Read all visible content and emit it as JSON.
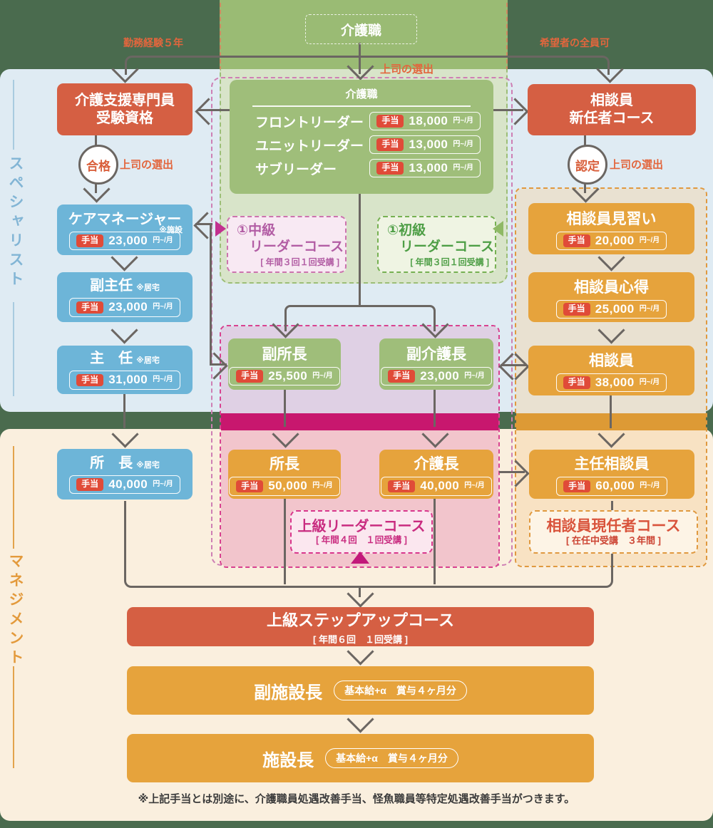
{
  "palette": {
    "background_green": "#4A6B4E",
    "panel_blue": "#DFEBF3",
    "panel_cream": "#FAEFDE",
    "box_red": "#D55F43",
    "box_blue": "#6DB5D8",
    "box_green": "#9FBE7A",
    "box_orange": "#E6A33C",
    "allowance_badge_red": "#E04B38",
    "magenta_band": "#C8176E",
    "orange_band": "#DD9A35",
    "line_gray": "#6B6662",
    "accent_orange_text": "#E2663D"
  },
  "labels": {
    "specialist": "スペシャリスト",
    "management": "マネジメント",
    "experience": "勤務経験５年",
    "all_applicants": "希望者の全員可",
    "boss_select": "上司の選出",
    "pass": "合格",
    "certify": "認定",
    "allowance": "手当",
    "per_month": "円~/月",
    "footnote": "※上記手当とは別途に、介護職員処遇改善手当、怪魚職員等特定処遇改善手当がつきます。"
  },
  "top_box": {
    "title": "介護職"
  },
  "leaders": {
    "header": "介護職",
    "rows": [
      {
        "name": "フロントリーダー",
        "amount": "18,000"
      },
      {
        "name": "ユニットリーダー",
        "amount": "13,000"
      },
      {
        "name": "サブリーダー",
        "amount": "13,000"
      }
    ]
  },
  "boxes": {
    "exam": {
      "line1": "介護支援専門員",
      "line2": "受験資格"
    },
    "newcomer": {
      "line1": "相談員",
      "line2": "新任者コース"
    },
    "caremanager": {
      "title": "ケアマネージャー",
      "note": "※施設",
      "amount": "23,000"
    },
    "vice_chief": {
      "title": "副主任",
      "note": "※居宅",
      "amount": "23,000"
    },
    "chief": {
      "title": "主　任",
      "note": "※居宅",
      "amount": "31,000"
    },
    "director_home": {
      "title": "所　長",
      "note": "※居宅",
      "amount": "40,000"
    },
    "vice_director": {
      "title": "副所長",
      "amount": "25,500"
    },
    "vice_care_chief": {
      "title": "副介護長",
      "amount": "23,000"
    },
    "director": {
      "title": "所長",
      "amount": "50,000"
    },
    "care_chief": {
      "title": "介護長",
      "amount": "40,000"
    },
    "trainee": {
      "title": "相談員見習い",
      "amount": "20,000"
    },
    "junior": {
      "title": "相談員心得",
      "amount": "25,000"
    },
    "counselor": {
      "title": "相談員",
      "amount": "38,000"
    },
    "senior_counselor": {
      "title": "主任相談員",
      "amount": "60,000"
    },
    "vice_facility_head": {
      "title": "副施設長",
      "badge": "基本給+α　賞与４ヶ月分"
    },
    "facility_head": {
      "title": "施設長",
      "badge": "基本給+α　賞与４ヶ月分"
    }
  },
  "courses": {
    "intermediate": {
      "line1": "①中級",
      "line2": "リーダーコース",
      "note": "[ 年間３回１回受講 ]"
    },
    "beginner": {
      "line1": "①初級",
      "line2": "リーダーコース",
      "note": "[ 年間３回１回受講 ]"
    },
    "advanced_leader": {
      "title": "上級リーダーコース",
      "note": "[ 年間４回　１回受講 ]"
    },
    "incumbent": {
      "title": "相談員現任者コース",
      "note": "[ 在任中受講　３年間 ]"
    },
    "stepup": {
      "title": "上級ステップアップコース",
      "note": "[ 年間６回　１回受講 ]"
    }
  }
}
